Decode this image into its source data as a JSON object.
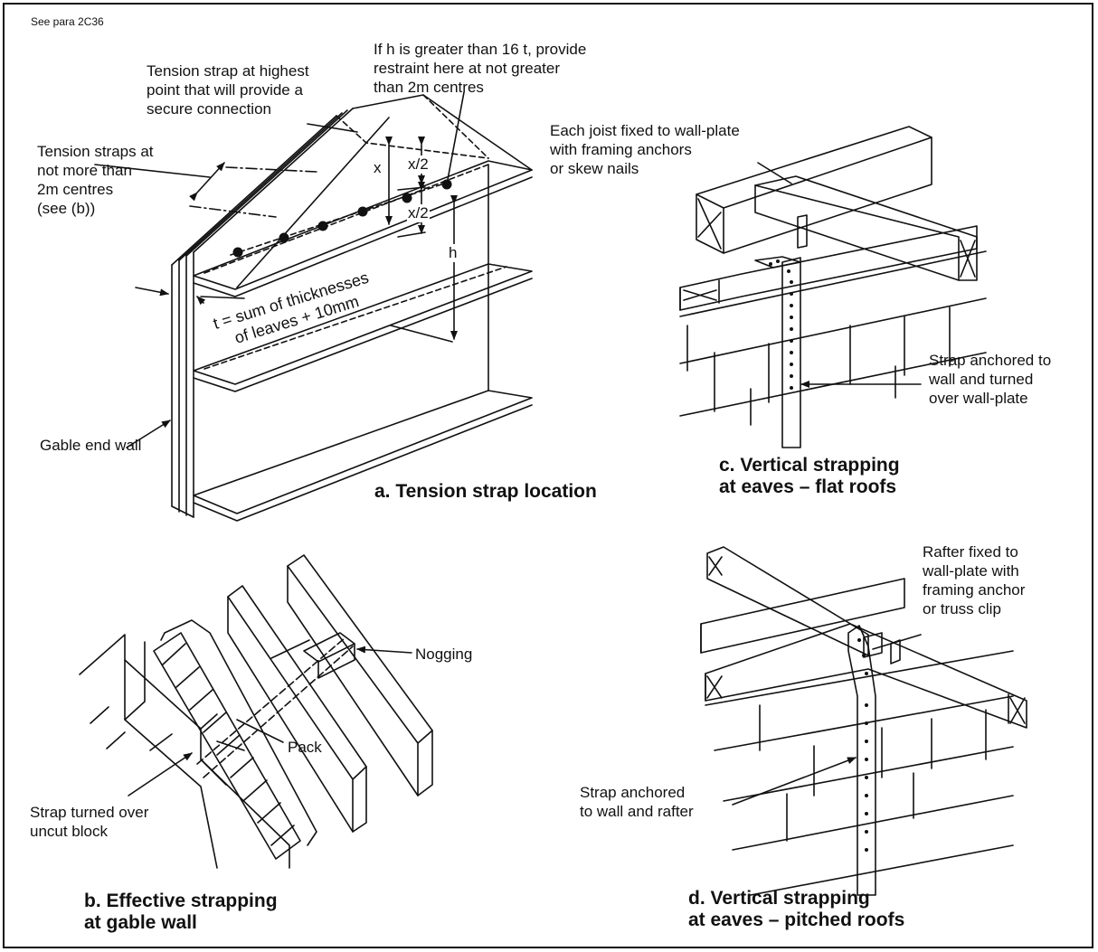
{
  "reference": "See para 2C36",
  "panel_a": {
    "caption": "a. Tension strap location",
    "labels": {
      "tension_strap_highest": "Tension strap at highest\npoint that will provide a\nsecure connection",
      "h_greater": "If h is greater than 16 t, provide\nrestraint here at not greater\nthan 2m centres",
      "tension_straps_centres": "Tension straps at\nnot more than\n2m centres\n(see (b))",
      "thickness_formula": "t = sum of thicknesses\nof leaves + 10mm",
      "gable_end_wall": "Gable end wall",
      "dim_x": "x",
      "dim_x_half_upper": "x/2",
      "dim_x_half_lower": "x/2",
      "dim_h": "h"
    }
  },
  "panel_b": {
    "caption": "b. Effective strapping\n   at gable wall",
    "labels": {
      "nogging": "Nogging",
      "pack": "Pack",
      "strap_turned": "Strap turned over\nuncut block"
    }
  },
  "panel_c": {
    "caption": "c. Vertical strapping\n   at eaves – flat roofs",
    "labels": {
      "joist_fixed": "Each joist fixed to wall-plate\nwith framing anchors\nor skew nails",
      "strap_anchored": "Strap anchored to\nwall and turned\nover wall-plate"
    }
  },
  "panel_d": {
    "caption": "d. Vertical strapping\n   at eaves – pitched roofs",
    "labels": {
      "rafter_fixed": "Rafter fixed to\nwall-plate with\nframing anchor\nor truss clip",
      "strap_anchored": "Strap anchored\nto wall and rafter"
    }
  }
}
